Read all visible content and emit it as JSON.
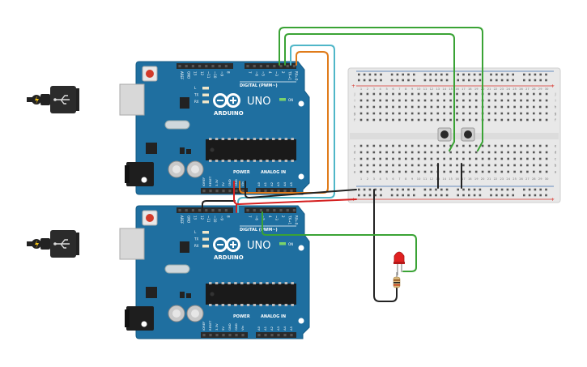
{
  "canvas": {
    "background": "#ffffff"
  },
  "colors": {
    "board": "#1f6fa0",
    "board_edge": "#155b85",
    "header": "#2a2a2a",
    "breadboard": "#e8e8e8",
    "rail_red": "#d9342b",
    "rail_blue": "#3b6fb0",
    "wire_green": "#3aa335",
    "wire_teal": "#4fb6c8",
    "wire_orange": "#e07b1a",
    "wire_black": "#222222",
    "wire_red": "#d42020",
    "led_red": "#e02020",
    "resistor": "#d9b77a"
  },
  "boards": [
    {
      "id": "uno-top",
      "logo_text": "ARDUINO",
      "model_text": "UNO",
      "on_label": "ON",
      "digital_label": "DIGITAL (PWM~)",
      "power_label": "POWER",
      "analog_label": "ANALOG IN",
      "led_labels": [
        "L",
        "TX",
        "RX"
      ],
      "digital_pins": [
        "AREF",
        "GND",
        "13",
        "12",
        "~11",
        "~10",
        "~9",
        "8",
        "7",
        "~6",
        "~5",
        "4",
        "~3",
        "2",
        "TX→1",
        "RX←0"
      ],
      "power_pins": [
        "IOREF",
        "RESET",
        "3.3V",
        "5V",
        "GND",
        "GND",
        "Vin"
      ],
      "analog_pins": [
        "A0",
        "A1",
        "A2",
        "A3",
        "A4",
        "A5"
      ]
    },
    {
      "id": "uno-bottom",
      "logo_text": "ARDUINO",
      "model_text": "UNO",
      "on_label": "ON",
      "digital_label": "DIGITAL (PWM~)",
      "power_label": "POWER",
      "analog_label": "ANALOG IN",
      "led_labels": [
        "L",
        "TX",
        "RX"
      ],
      "digital_pins": [
        "AREF",
        "GND",
        "13",
        "12",
        "~11",
        "~10",
        "~9",
        "8",
        "7",
        "~6",
        "~5",
        "4",
        "~3",
        "2",
        "TX→1",
        "RX←0"
      ],
      "power_pins": [
        "IOREF",
        "RESET",
        "3.3V",
        "5V",
        "GND",
        "GND",
        "Vin"
      ],
      "analog_pins": [
        "A0",
        "A1",
        "A2",
        "A3",
        "A4",
        "A5"
      ]
    }
  ],
  "breadboard": {
    "column_numbers": [
      "1",
      "2",
      "3",
      "4",
      "5",
      "6",
      "7",
      "8",
      "9",
      "10",
      "11",
      "12",
      "13",
      "14",
      "15",
      "16",
      "17",
      "18",
      "19",
      "20",
      "21",
      "22",
      "23",
      "24",
      "25",
      "26",
      "27",
      "28",
      "29",
      "30"
    ],
    "row_letters_top": [
      "j",
      "i",
      "h",
      "g",
      "f"
    ],
    "row_letters_bottom": [
      "e",
      "d",
      "c",
      "b",
      "a"
    ],
    "rail_plus": "+",
    "rail_minus": "−"
  },
  "components": [
    {
      "id": "pushbutton-1",
      "icon": "pushbutton-icon"
    },
    {
      "id": "pushbutton-2",
      "icon": "pushbutton-icon"
    },
    {
      "id": "led-red",
      "icon": "led-icon"
    },
    {
      "id": "resistor",
      "icon": "resistor-icon"
    }
  ]
}
